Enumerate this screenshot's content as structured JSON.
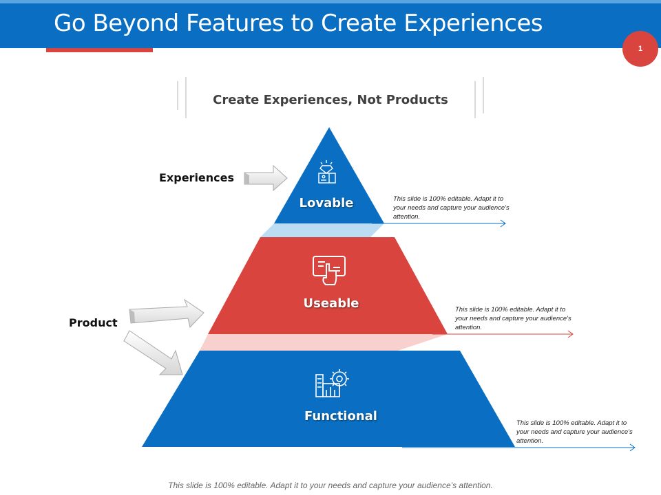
{
  "slide": {
    "title": "Go Beyond Features to Create Experiences",
    "page_number": "1",
    "subtitle": "Create Experiences, Not Products",
    "footer": "This slide is 100% editable. Adapt it to your needs and capture your audience’s attention."
  },
  "side_labels": {
    "experiences": "Experiences",
    "product": "Product"
  },
  "tiers": [
    {
      "label": "Lovable",
      "icon": "diamond-gift-icon",
      "note": "This slide is 100% editable. Adapt it to your needs and capture your audience's attention."
    },
    {
      "label": "Useable",
      "icon": "tablet-touch-icon",
      "note": "This slide is 100% editable. Adapt it to your needs and capture your audience's attention."
    },
    {
      "label": "Functional",
      "icon": "factory-gear-icon",
      "note": "This slide is 100% editable. Adapt it to your needs and capture your audience's attention."
    }
  ],
  "colors": {
    "header_blue": "#0a6fc2",
    "accent_red": "#d9453e",
    "tier_blue": "#0a6fc2",
    "tier_red": "#d9453e",
    "connector_light_blue": "#bcdcf3",
    "connector_light_red": "#f8d0ce"
  }
}
